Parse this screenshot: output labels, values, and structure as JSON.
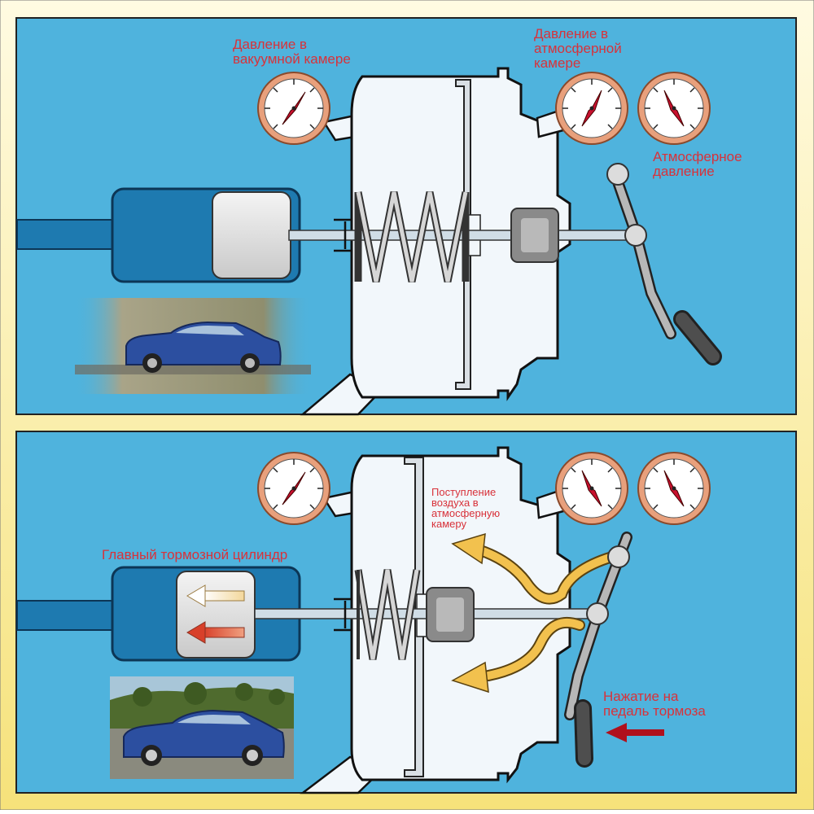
{
  "colors": {
    "frame_fill": "#fdf3b0",
    "panel_bg": "#4fb3dd",
    "housing": "#f2f7fb",
    "rod": "#d0dde6",
    "cylinder": "#1e7ab0",
    "piston": "#e2e2e2",
    "gauge_rim": "#e8a07c",
    "needle": "#c8102e",
    "label": "#d8323a",
    "airflow": "#f2c14e",
    "arrow_red": "#b0101c"
  },
  "top_panel": {
    "label_vacuum": [
      "Давление в",
      "вакуумной камере"
    ],
    "label_atmo_chamber": [
      "Давление в",
      "атмосферной",
      "камере"
    ],
    "label_atmospheric": [
      "Атмосферное",
      "давление"
    ],
    "car_photo": "car-in-motion-icon"
  },
  "bottom_panel": {
    "label_master_cylinder": "Главный тормозной цилиндр",
    "label_air_inflow": [
      "Поступление",
      "воздуха в",
      "атмосферную",
      "камеру"
    ],
    "label_pedal": [
      "Нажатие на",
      "педаль тормоза"
    ],
    "car_photo": "car-parked-icon"
  }
}
